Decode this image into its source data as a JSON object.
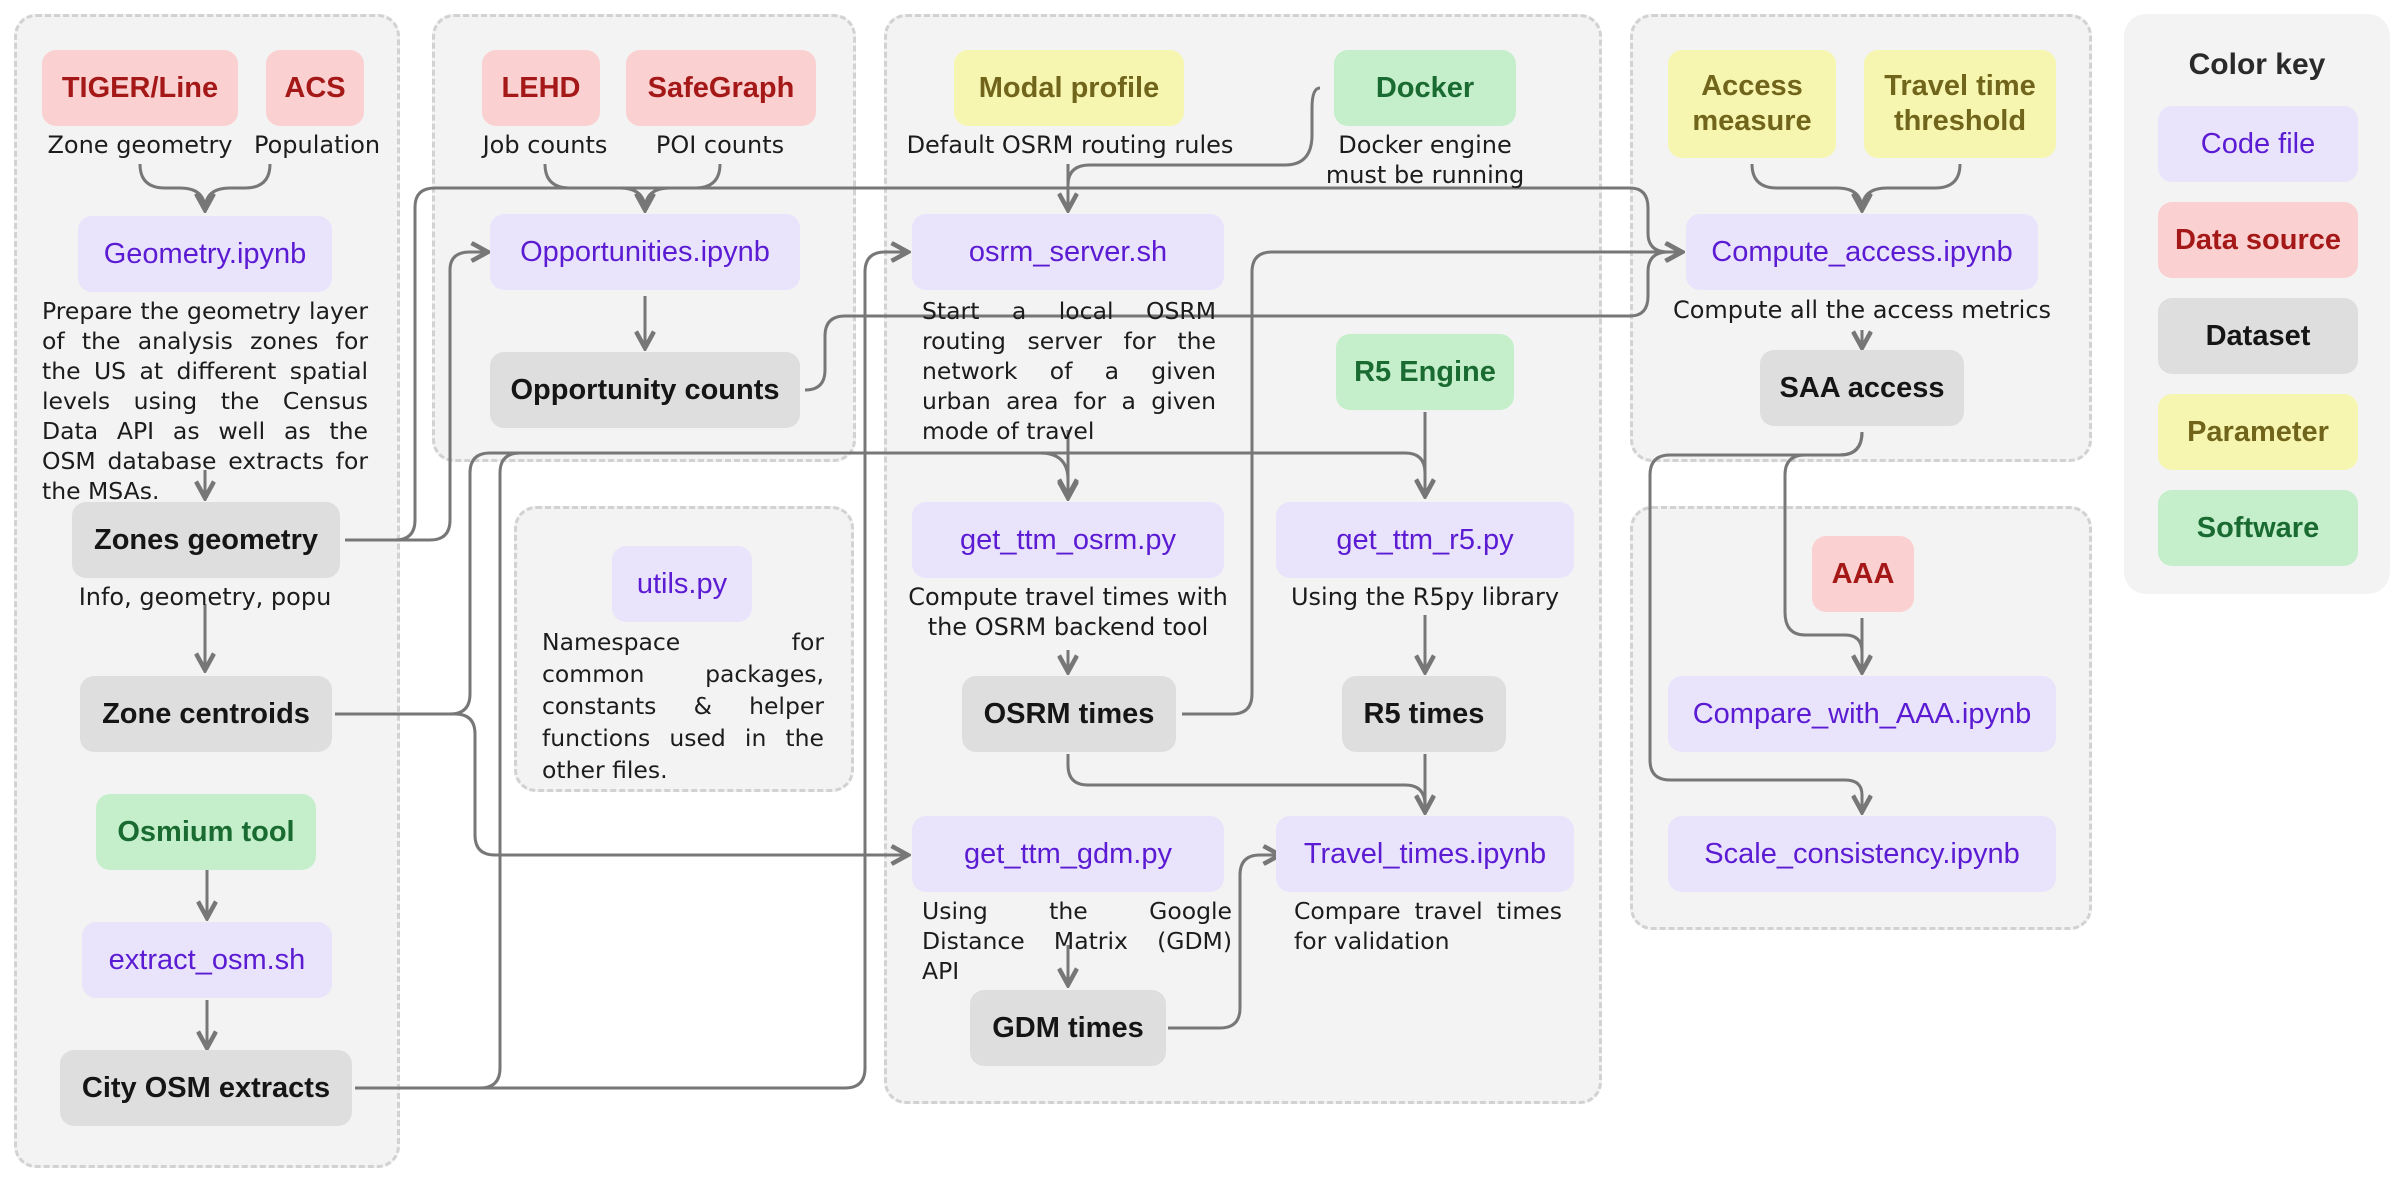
{
  "colors": {
    "code_file": "#e9e3fc",
    "data_source": "#fad0d0",
    "dataset": "#dedede",
    "parameter": "#f7f6b0",
    "software": "#c4efca"
  },
  "nodes": {
    "tiger_line": "TIGER/Line",
    "acs": "ACS",
    "geometry_ipynb": "Geometry.ipynb",
    "zones_geometry": "Zones geometry",
    "zone_centroids": "Zone centroids",
    "osmium_tool": "Osmium tool",
    "extract_osm_sh": "extract_osm.sh",
    "city_osm_extracts": "City OSM extracts",
    "lehd": "LEHD",
    "safegraph": "SafeGraph",
    "opportunities_ipynb": "Opportunities.ipynb",
    "opportunity_counts": "Opportunity counts",
    "utils_py": "utils.py",
    "modal_profile": "Modal profile",
    "docker": "Docker",
    "osrm_server_sh": "osrm_server.sh",
    "r5_engine": "R5 Engine",
    "get_ttm_osrm": "get_ttm_osrm.py",
    "get_ttm_r5": "get_ttm_r5.py",
    "osrm_times": "OSRM times",
    "r5_times": "R5 times",
    "get_ttm_gdm": "get_ttm_gdm.py",
    "travel_times_ipynb": "Travel_times.ipynb",
    "gdm_times": "GDM times",
    "access_measure": "Access measure",
    "travel_time_threshold": "Travel time threshold",
    "compute_access": "Compute_access.ipynb",
    "saa_access": "SAA access",
    "aaa": "AAA",
    "compare_with_aaa": "Compare_with_AAA.ipynb",
    "scale_consistency": "Scale_consistency.ipynb"
  },
  "captions": {
    "zone_geometry": "Zone geometry",
    "population": "Population",
    "geometry_desc": "Prepare the geometry layer of the analysis zones for the US at different spatial levels using the Census Data API as well as the OSM database extracts for the MSAs.",
    "zones_info": "Info, geometry, popu",
    "job_counts": "Job counts",
    "poi_counts": "POI counts",
    "utils_desc": "Namespace for common packages, constants & helper functions used in the other files.",
    "default_osrm": "Default OSRM routing rules",
    "docker_note": "Docker engine must be running",
    "osrm_server_desc": "Start a local OSRM routing server for the network of a given urban area for a given mode of travel",
    "osrm_desc": "Compute travel times with the OSRM backend tool",
    "r5_desc": "Using the R5py library",
    "gdm_desc": "Using the Google Distance Matrix (GDM) API",
    "travel_times_desc": "Compare travel times for validation",
    "compute_access_desc": "Compute all the access metrics"
  },
  "legend": {
    "title": "Color key",
    "items": [
      "Code file",
      "Data source",
      "Dataset",
      "Parameter",
      "Software"
    ]
  }
}
